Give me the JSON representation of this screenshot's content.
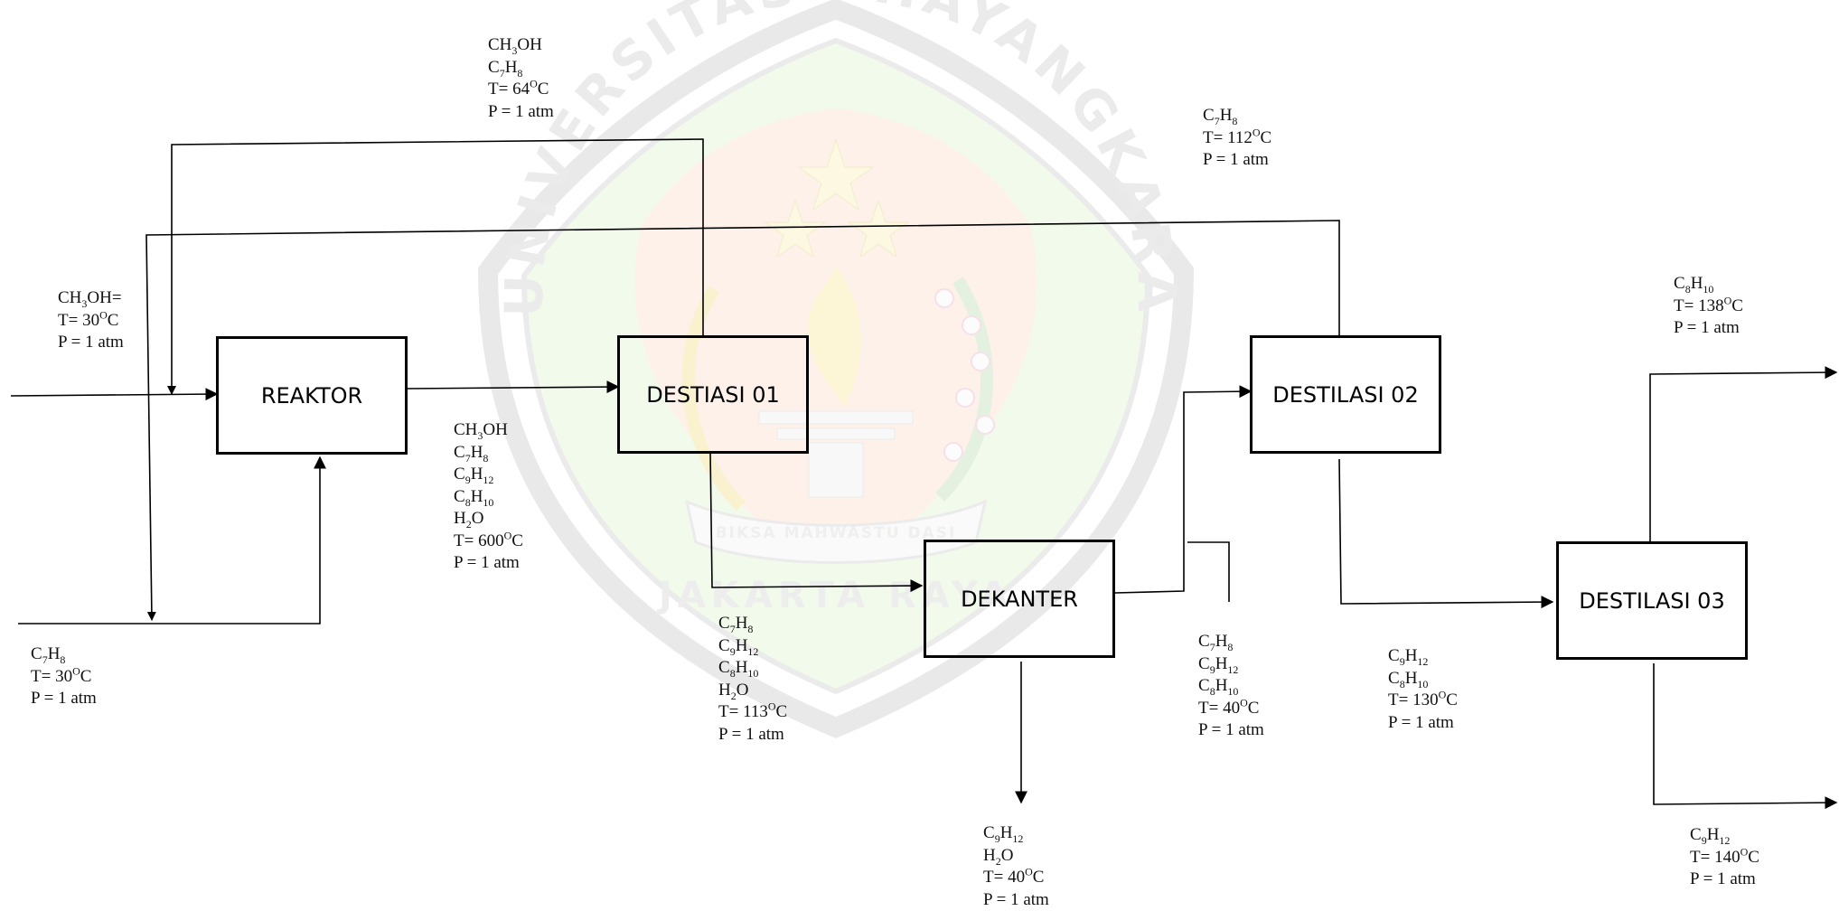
{
  "watermark": {
    "arc_text": "UNIVERSITAS BHAYANGKARA",
    "motto": "BIKSA MAHWASTU DASI",
    "city": "JAKARTA RAYA"
  },
  "units": {
    "reaktor": "REAKTOR",
    "destilasi_01": "DESTIASI 01",
    "destilasi_02": "DESTILASI 02",
    "dekanter": "DEKANTER",
    "destilasi_03": "DESTILASI 03"
  },
  "streams": [
    {
      "id": "methanol-feed",
      "lines": [
        [
          "CH",
          "3",
          "OH="
        ],
        [
          "T= 30",
          "O",
          "C"
        ],
        [
          "P = 1 atm"
        ]
      ]
    },
    {
      "id": "recycle-top",
      "lines": [
        [
          "CH",
          "3",
          "OH"
        ],
        [
          "C",
          "7",
          "H",
          "8"
        ],
        [
          "T= 64",
          "O",
          "C"
        ],
        [
          "P = 1 atm"
        ]
      ]
    },
    {
      "id": "toluene-feed",
      "lines": [
        [
          "C",
          "7",
          "H",
          "8"
        ],
        [
          "T= 30",
          "O",
          "C"
        ],
        [
          "P = 1 atm"
        ]
      ]
    },
    {
      "id": "reactor-out",
      "lines": [
        [
          "CH",
          "3",
          "OH"
        ],
        [
          "C",
          "7",
          "H",
          "8"
        ],
        [
          "C",
          "9",
          "H",
          "12"
        ],
        [
          "C",
          "8",
          "H",
          "10"
        ],
        [
          "H",
          "2",
          "O"
        ],
        [
          "T= 600",
          "O",
          "C"
        ],
        [
          "P = 1 atm"
        ]
      ]
    },
    {
      "id": "d01-bottom",
      "lines": [
        [
          "C",
          "7",
          "H",
          "8"
        ],
        [
          "C",
          "9",
          "H",
          "12"
        ],
        [
          "C",
          "8",
          "H",
          "10"
        ],
        [
          "H",
          "2",
          "O"
        ],
        [
          "T= 113",
          "O",
          "C"
        ],
        [
          "P = 1 atm"
        ]
      ]
    },
    {
      "id": "dekanter-bottom",
      "lines": [
        [
          "C",
          "9",
          "H",
          "12"
        ],
        [
          "H",
          "2",
          "O"
        ],
        [
          "T= 40",
          "O",
          "C"
        ],
        [
          "P = 1 atm"
        ]
      ]
    },
    {
      "id": "dekanter-out",
      "lines": [
        [
          "C",
          "7",
          "H",
          "8"
        ],
        [
          "C",
          "9",
          "H",
          "12"
        ],
        [
          "C",
          "8",
          "H",
          "10"
        ],
        [
          "T= 40",
          "O",
          "C"
        ],
        [
          "P = 1 atm"
        ]
      ]
    },
    {
      "id": "d02-top",
      "lines": [
        [
          "C",
          "7",
          "H",
          "8"
        ],
        [
          "T= 112",
          "O",
          "C"
        ],
        [
          "P = 1 atm"
        ]
      ]
    },
    {
      "id": "d02-bottom",
      "lines": [
        [
          "C",
          "9",
          "H",
          "12"
        ],
        [
          "C",
          "8",
          "H",
          "10"
        ],
        [
          "T= 130",
          "O",
          "C"
        ],
        [
          "P = 1 atm"
        ]
      ]
    },
    {
      "id": "d03-top",
      "lines": [
        [
          "C",
          "8",
          "H",
          "10"
        ],
        [
          "T= 138",
          "O",
          "C"
        ],
        [
          "P = 1 atm"
        ]
      ]
    },
    {
      "id": "d03-bottom",
      "lines": [
        [
          "C",
          "9",
          "H",
          "12"
        ],
        [
          "T= 140",
          "O",
          "C"
        ],
        [
          "P = 1 atm"
        ]
      ]
    }
  ]
}
